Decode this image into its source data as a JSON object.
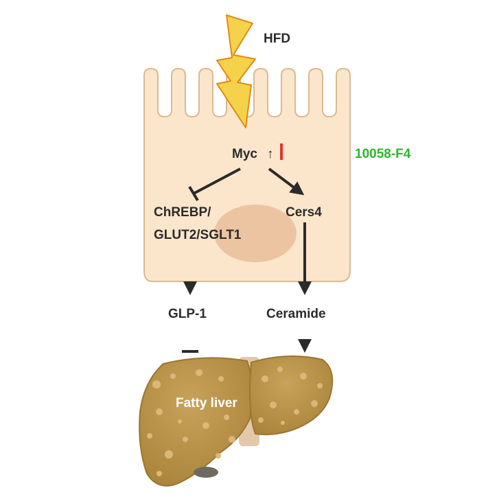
{
  "labels": {
    "stimulus": "HFD",
    "myc": "Myc",
    "up_arrow": "↑",
    "inhibitor": "10058-F4",
    "pathway_left_line1": "ChREBP/",
    "pathway_left_line2": "GLUT2/SGLT1",
    "pathway_right": "Cers4",
    "output_left": "GLP-1",
    "output_right": "Ceramide",
    "organ": "Fatty liver"
  },
  "colors": {
    "cell_fill": "#fbe6cc",
    "cell_stroke": "#d9b994",
    "nucleus": "#ecc4a2",
    "bolt_fill": "#f5d24a",
    "bolt_stroke": "#e08a14",
    "inhibitor_text": "#2fb52f",
    "inhibitor_arrow": "#e53427",
    "liver_fill": "#c09850",
    "liver_dark": "#9a7634",
    "liver_spots": "#d9b878",
    "arrow": "#2b2b2b"
  },
  "icons": {
    "stimulus": "lightning-bolt-icon",
    "organ": "liver-icon"
  }
}
